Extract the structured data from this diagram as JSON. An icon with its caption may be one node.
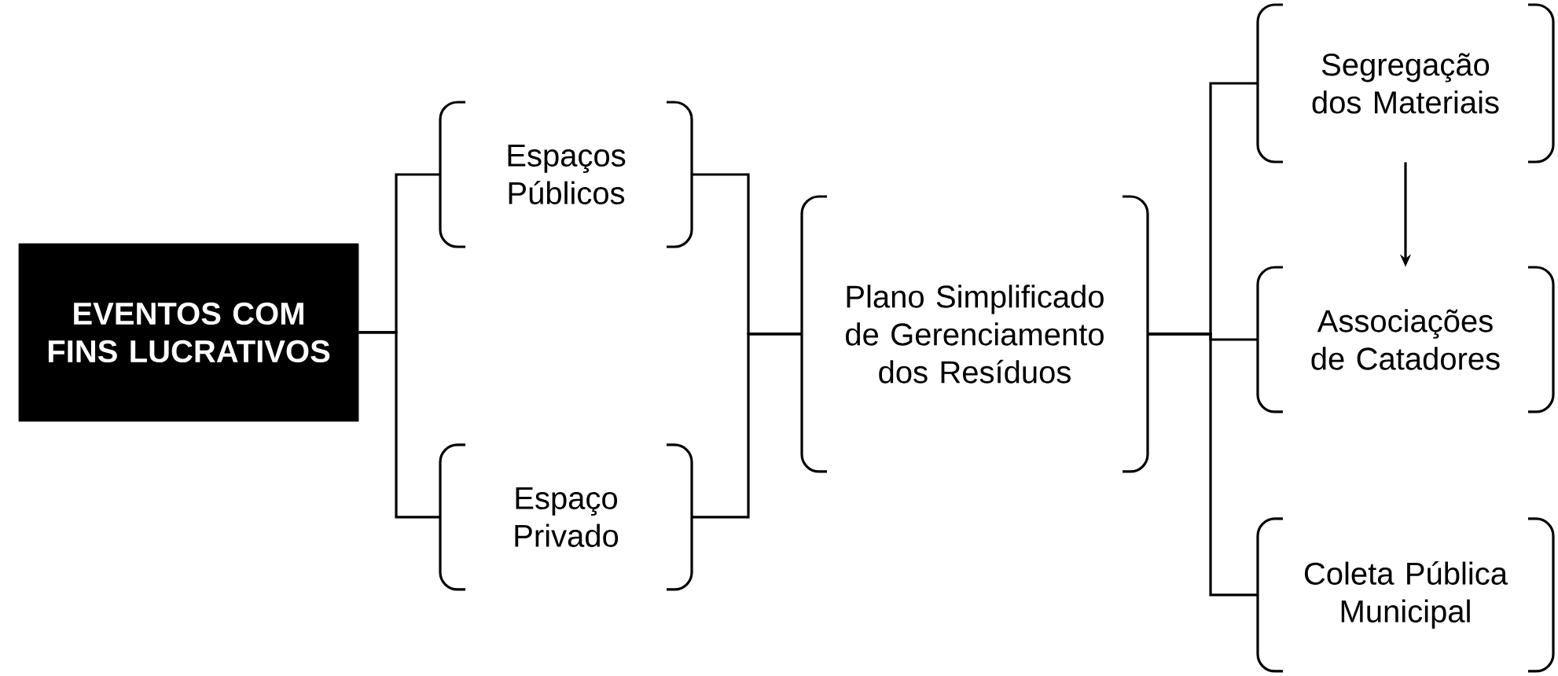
{
  "diagram": {
    "nodes": [
      {
        "text": [
          "EVENTOS COM FINS LUCRATIVOS"
        ]
      },
      {
        "text": [
          "Espaços Públicos"
        ]
      },
      {
        "text": [
          "Espaço Privado"
        ]
      },
      {
        "text": [
          "Plano Simplificado de Gerenciamento dos Resíduos"
        ]
      },
      {
        "text": [
          "Segregação dos Materiais"
        ]
      },
      {
        "text": [
          "Associações de Catadores"
        ]
      },
      {
        "text": [
          "Coleta Pública Municipal"
        ]
      }
    ],
    "edges": [
      {
        "from": 0,
        "to": 1,
        "arrow": "none"
      },
      {
        "from": 0,
        "to": 2,
        "arrow": "none"
      },
      {
        "from": 1,
        "to": 3,
        "arrow": "none"
      },
      {
        "from": 2,
        "to": 3,
        "arrow": "none"
      },
      {
        "from": 3,
        "to": 4,
        "arrow": "none"
      },
      {
        "from": 3,
        "to": 5,
        "arrow": "none"
      },
      {
        "from": 3,
        "to": 6,
        "arrow": "none"
      },
      {
        "from": 4,
        "to": 5,
        "arrow": "to"
      }
    ]
  }
}
